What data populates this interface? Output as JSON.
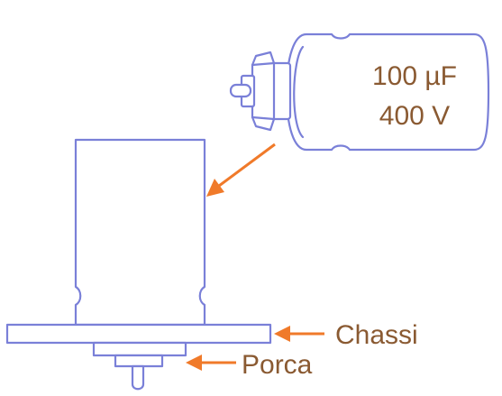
{
  "capacitor": {
    "capacitance": "100 µF",
    "voltage": "400 V"
  },
  "labels": {
    "chassis": "Chassi",
    "nut": "Porca"
  },
  "colors": {
    "outline": "#7a80d8",
    "arrow": "#f07a2a",
    "label_text": "#8a5a32",
    "background": "#ffffff"
  }
}
